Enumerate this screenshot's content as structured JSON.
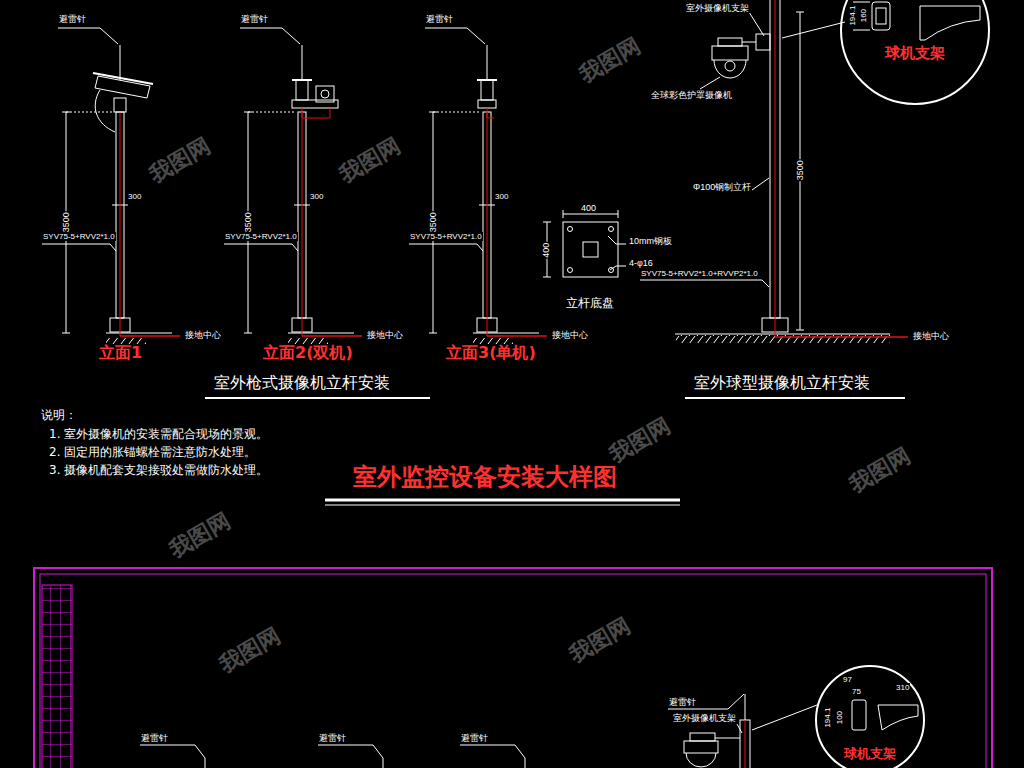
{
  "diagram": {
    "title": "室外监控设备安装大样图",
    "nodes": [
      {
        "text": [
          "立杆底盘"
        ]
      },
      {
        "text": [
          "球机支架"
        ]
      },
      {
        "text": [
          "球机支架"
        ]
      }
    ],
    "labels": [
      "避雷针",
      "3500",
      "300",
      "SYV75-5+RVV2*1.0",
      "接地中心",
      "立面1",
      "避雷针",
      "3500",
      "300",
      "SYV75-5+RVV2*1.0",
      "接地中心",
      "立面2(双机)",
      "避雷针",
      "3500",
      "300",
      "SYV75-5+RVV2*1.0",
      "接地中心",
      "立面3(单机)",
      "室外枪式摄像机立杆安装",
      "400",
      "400",
      "10mm钢板",
      "4-φ16",
      "室外摄像机支架",
      "全球彩色护罩摄像机",
      "Φ100钢制立杆",
      "3500",
      "SYV75-5+RVV2*1.0+RVVP2*1.0",
      "接地中心",
      "室外球型摄像机立杆安装",
      "194.1",
      "160",
      "说明：",
      "1. 室外摄像机的安装需配合现场的景观。",
      "2. 固定用的胀锚螺栓需注意防水处理。",
      "3. 摄像机配套支架接驳处需做防水处理。",
      "避雷针",
      "避雷针",
      "避雷针",
      "避雷针",
      "室外摄像机支架",
      "97",
      "75",
      "194.1",
      "100",
      "310",
      "我图网",
      "我图网",
      "我图网",
      "我图网",
      "我图网",
      "我图网",
      "我图网",
      "我图网"
    ]
  }
}
